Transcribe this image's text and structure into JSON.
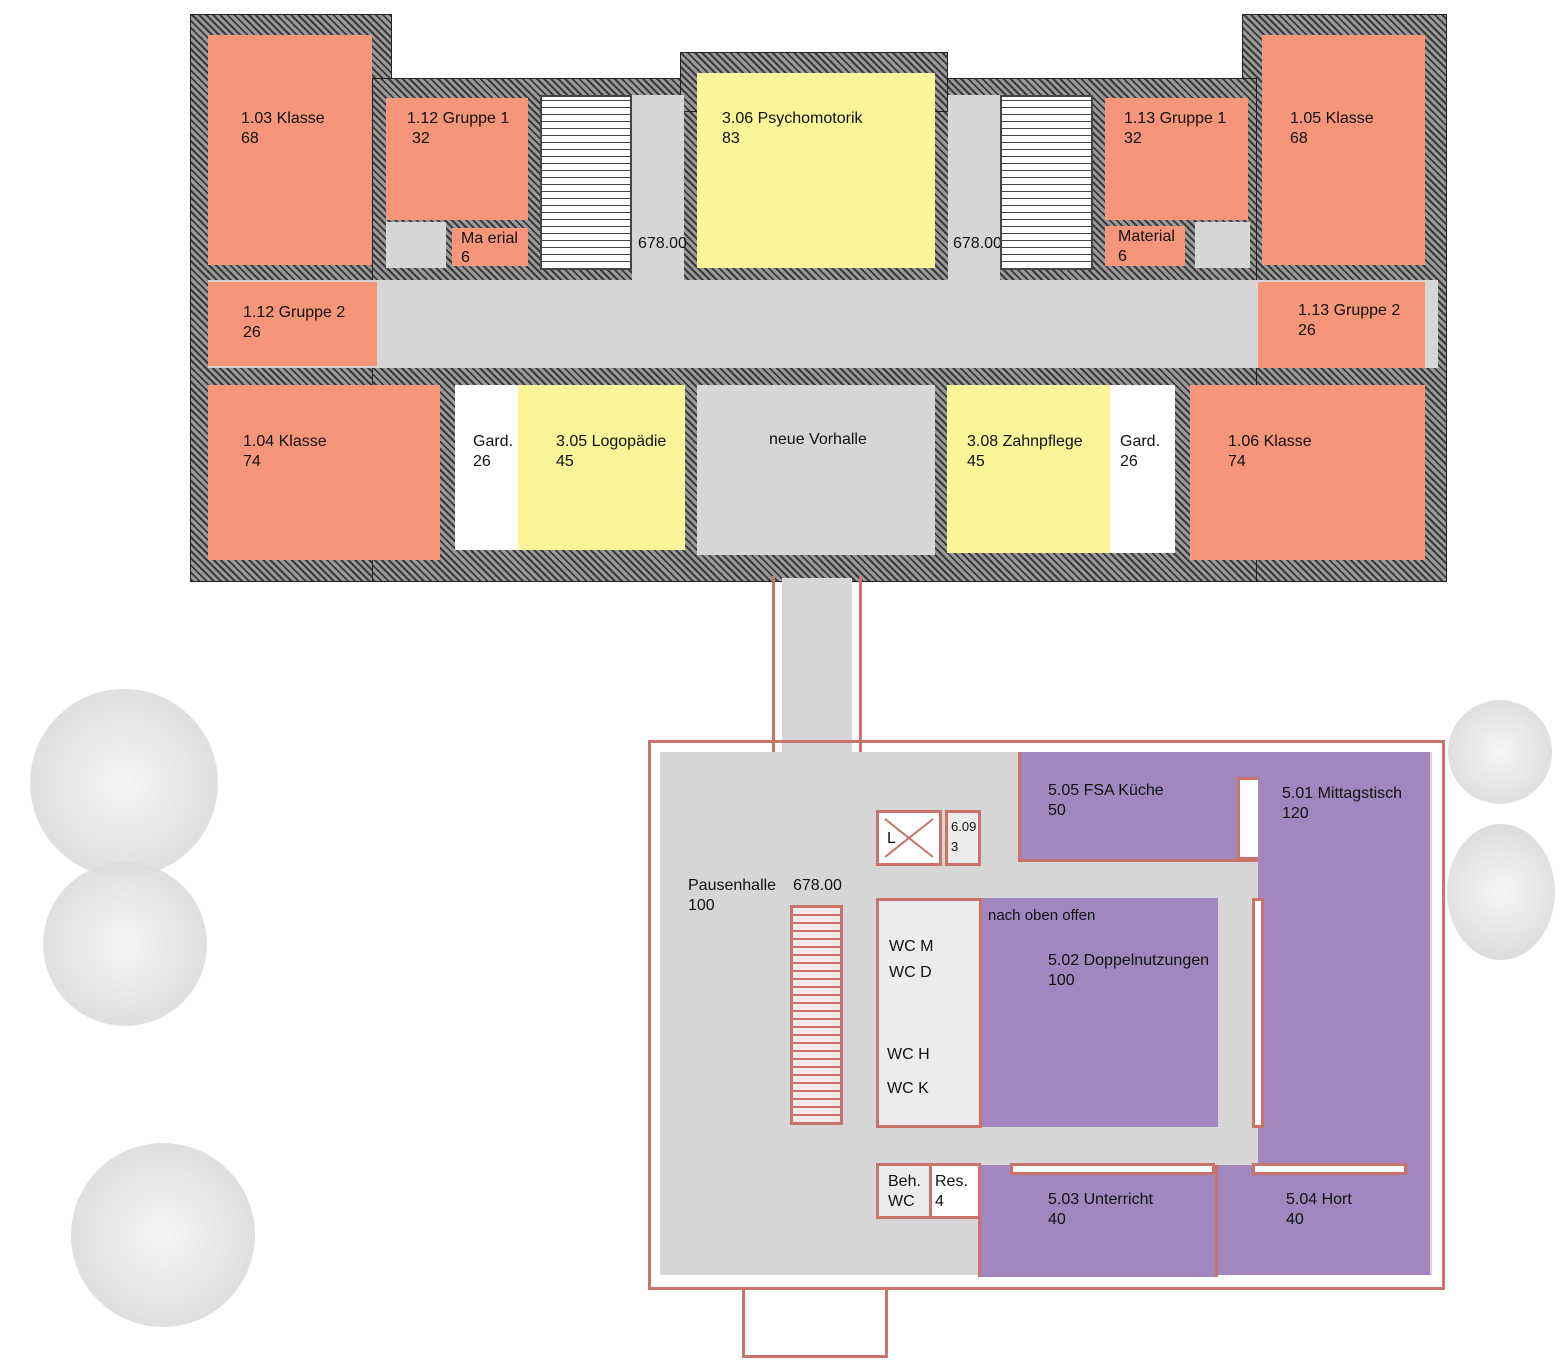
{
  "colors": {
    "klasse": "#f5967a",
    "therapie": "#fbf59a",
    "verkehr": "#d6d6d6",
    "neubau": "#a186c0",
    "neubau_linie": "#c9736b"
  },
  "main_building": {
    "rooms": [
      {
        "name": "1.03 Klasse",
        "area": "68"
      },
      {
        "name": "1.12 Gruppe 1",
        "area": "32"
      },
      {
        "name": "Ma erial",
        "area": "6"
      },
      {
        "name": "3.06 Psychomotorik",
        "area": "83"
      },
      {
        "name": "1.13 Gruppe 1",
        "area": "32"
      },
      {
        "name": "Material",
        "area": "6"
      },
      {
        "name": "1.05 Klasse",
        "area": "68"
      },
      {
        "name": "1.12 Gruppe 2",
        "area": "26"
      },
      {
        "name": "1.13 Gruppe 2",
        "area": "26"
      },
      {
        "name": "1.04 Klasse",
        "area": "74"
      },
      {
        "name": "Gard.",
        "area": "26"
      },
      {
        "name": "3.05 Logopädie",
        "area": "45"
      },
      {
        "name": "neue Vorhalle",
        "area": ""
      },
      {
        "name": "3.08 Zahnpflege",
        "area": "45"
      },
      {
        "name": "Gard.",
        "area": "26"
      },
      {
        "name": "1.06 Klasse",
        "area": "74"
      }
    ],
    "levels": [
      "678.00",
      "678.00"
    ]
  },
  "annex": {
    "pausenhalle": {
      "name": "Pausenhalle",
      "area": "100",
      "level": "678.00"
    },
    "rooms": [
      {
        "name": "5.05 FSA Küche",
        "area": "50"
      },
      {
        "name": "5.01 Mittagstisch",
        "area": "120"
      },
      {
        "name": "5.02 Doppelnutzungen",
        "area": "100"
      },
      {
        "name": "5.03 Unterricht",
        "area": "40"
      },
      {
        "name": "5.04 Hort",
        "area": "40"
      }
    ],
    "lift": "L",
    "room_609": {
      "name": "6.09",
      "area": "3"
    },
    "note": "nach oben offen",
    "wcs": [
      "WC M",
      "WC D",
      "WC H",
      "WC K"
    ],
    "beh_wc": {
      "line1": "Beh.",
      "line2": "WC"
    },
    "res": {
      "name": "Res.",
      "area": "4"
    }
  }
}
